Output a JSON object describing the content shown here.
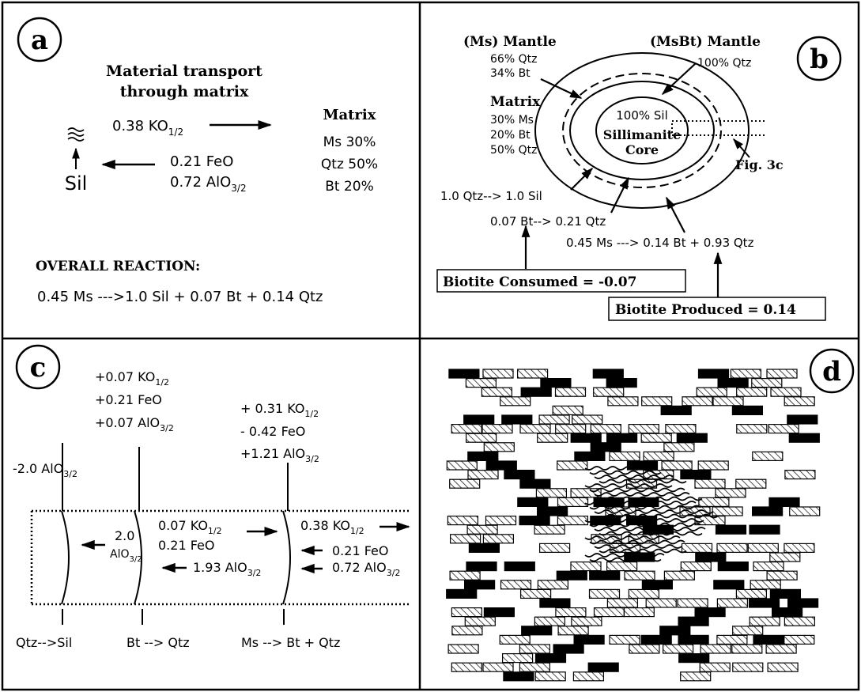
{
  "panel_a": {
    "letter": "a",
    "transport_title_1": "Material transport",
    "transport_title_2": "through matrix",
    "flux_right": "0.38 KO",
    "flux_right_sub": "1/2",
    "flux_left_1": "0.21 FeO",
    "flux_left_2": "0.72 AlO",
    "flux_left_2_sub": "3/2",
    "sil_label": "Sil",
    "matrix_title": "Matrix",
    "matrix_ms": "Ms 30%",
    "matrix_qtz": "Qtz 50%",
    "matrix_bt": "Bt 20%",
    "overall_title": "OVERALL REACTION:",
    "overall_reaction": "0.45 Ms --->1.0 Sil + 0.07 Bt + 0.14 Qtz"
  },
  "panel_b": {
    "letter": "b",
    "ms_mantle_title": "(Ms) Mantle",
    "ms_mantle_qtz": "66% Qtz",
    "ms_mantle_bt": "34% Bt",
    "msbt_mantle_title": "(MsBt) Mantle",
    "msbt_mantle_qtz": "100% Qtz",
    "matrix_title": "Matrix",
    "matrix_ms": "30% Ms",
    "matrix_bt": "20% Bt",
    "matrix_qtz": "50% Qtz",
    "core_sil": "100% Sil",
    "core_name_1": "Sillimanite",
    "core_name_2": "Core",
    "fig_ref": "Fig. 3c",
    "rxn_qtz": "1.0 Qtz--> 1.0 Sil",
    "rxn_bt": "0.07 Bt--> 0.21 Qtz",
    "rxn_ms": "0.45 Ms ---> 0.14 Bt + 0.93 Qtz",
    "biotite_consumed": "Biotite Consumed = -0.07",
    "biotite_produced": "Biotite Produced = 0.14"
  },
  "panel_c": {
    "letter": "c",
    "b1_l1": "-2.0 AlO",
    "b1_l1_sub": "3/2",
    "b2_l1": "+0.07 KO",
    "b2_l1_sub": "1/2",
    "b2_l2": "+0.21 FeO",
    "b2_l3": "+0.07 AlO",
    "b2_l3_sub": "3/2",
    "b3_l1": "+ 0.31 KO",
    "b3_l1_sub": "1/2",
    "b3_l2": "- 0.42 FeO",
    "b3_l3": "+1.21 AlO",
    "b3_l3_sub": "3/2",
    "zone1_val": "2.0",
    "zone1_species": "AlO",
    "zone1_sub": "3/2",
    "zone2_k": "0.07 KO",
    "zone2_k_sub": "1/2",
    "zone2_fe": "0.21 FeO",
    "zone2_al": "1.93 AlO",
    "zone2_al_sub": "3/2",
    "zone3_k": "0.38 KO",
    "zone3_k_sub": "1/2",
    "zone3_fe": "0.21 FeO",
    "zone3_al": "0.72 AlO",
    "zone3_al_sub": "3/2",
    "rxn_1": "Qtz-->Sil",
    "rxn_2": "Bt --> Qtz",
    "rxn_3": "Ms --> Bt + Qtz"
  },
  "panel_d": {
    "letter": "d"
  }
}
